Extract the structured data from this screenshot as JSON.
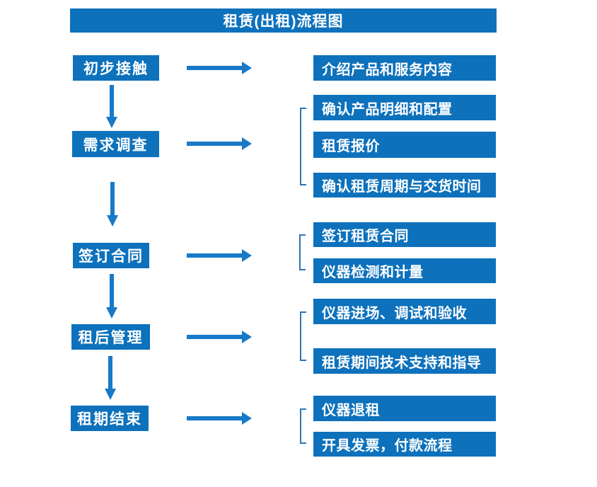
{
  "title": "租赁(出租)流程图",
  "colors": {
    "box": "#0D71BC",
    "arrow": "#1779C8",
    "bracket": "#2E75B6",
    "text": "#FFFFFF",
    "background": "#FFFFFF"
  },
  "steps": [
    {
      "label": "初步接触",
      "details": [
        "介绍产品和服务内容"
      ]
    },
    {
      "label": "需求调查",
      "details": [
        "确认产品明细和配置",
        "租赁报价",
        "确认租赁周期与交货时间"
      ]
    },
    {
      "label": "签订合同",
      "details": [
        "签订租赁合同",
        "仪器检测和计量"
      ]
    },
    {
      "label": "租后管理",
      "details": [
        "仪器进场、调试和验收",
        "租赁期间技术支持和指导"
      ]
    },
    {
      "label": "租期结束",
      "details": [
        "仪器退租",
        "开具发票，付款流程"
      ]
    }
  ]
}
